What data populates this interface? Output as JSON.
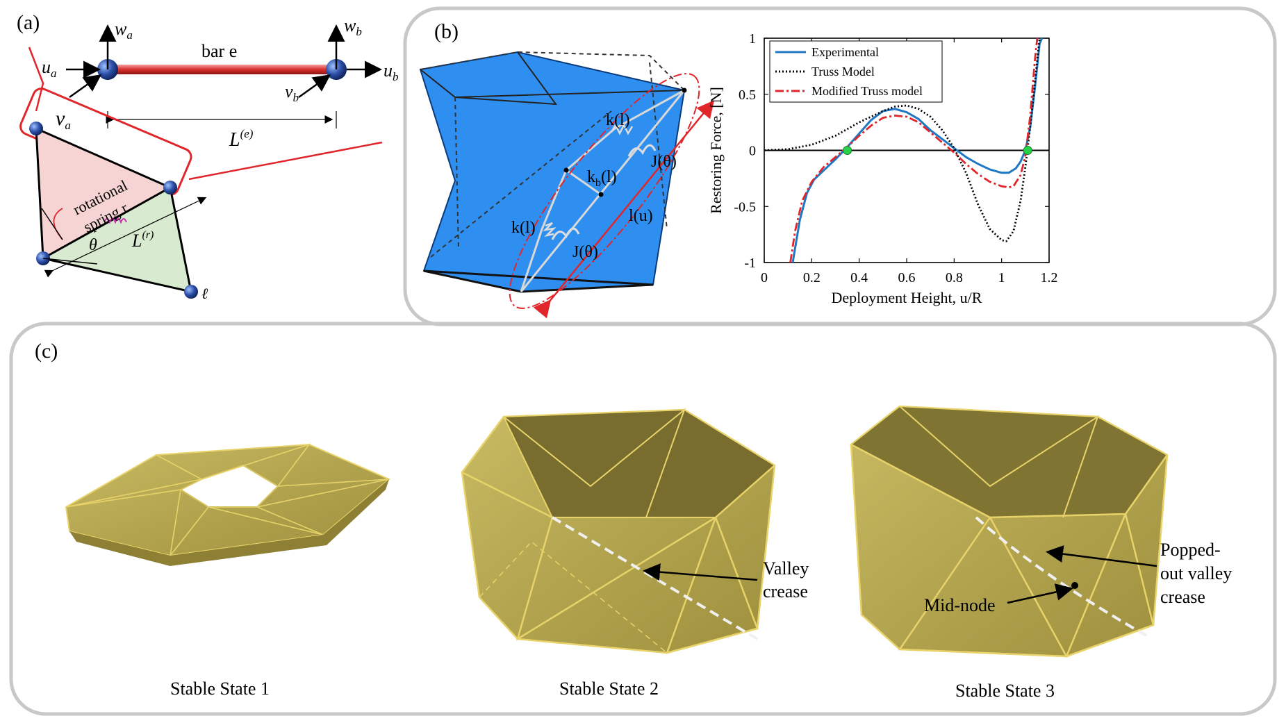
{
  "panels": {
    "a": {
      "tag": "(a)",
      "u_a": "u",
      "u_a_sub": "a",
      "w_a": "w",
      "w_a_sub": "a",
      "v_a": "v",
      "v_a_sub": "a",
      "u_b": "u",
      "u_b_sub": "b",
      "w_b": "w",
      "w_b_sub": "b",
      "v_b": "v",
      "v_b_sub": "b",
      "bar_label": "bar e",
      "length_e": "L",
      "length_e_sup": "(e)",
      "spring_label_1": "rotational",
      "spring_label_2": "spring r",
      "theta": "θ",
      "length_r": "L",
      "length_r_sup": "(r)",
      "node_l": "ℓ"
    },
    "b": {
      "tag": "(b)",
      "k_top": "k(l)",
      "kb": "k",
      "kb_sub": "b",
      "kb_tail": "(l)",
      "j_top": "J(θ)",
      "k_bottom": "k(l)",
      "j_bottom": "J(θ)",
      "l_u": "l(u)"
    },
    "c": {
      "tag": "(c)",
      "state1": "Stable State 1",
      "state2": "Stable State 2",
      "state3": "Stable State 3",
      "valley_1": "Valley",
      "valley_2": "crease",
      "mid_node": "Mid-node",
      "popped_1": "Popped-",
      "popped_2": "out valley",
      "popped_3": "crease"
    }
  },
  "chart_data": {
    "type": "line",
    "title": "",
    "xlabel": "Deployment Height, u/R",
    "ylabel": "Restoring Force, [N]",
    "xlim": [
      0,
      1.2
    ],
    "ylim": [
      -1,
      1
    ],
    "xticks": [
      "0",
      "0.2",
      "0.4",
      "0.6",
      "0.8",
      "1",
      "1.2"
    ],
    "yticks": [
      "1",
      "0.5",
      "0",
      "-0.5",
      "-1"
    ],
    "legend_position": "top-left",
    "series": [
      {
        "name": "Experimental",
        "color": "#1f77c4",
        "style": "solid",
        "x": [
          0.12,
          0.15,
          0.18,
          0.21,
          0.25,
          0.3,
          0.35,
          0.4,
          0.45,
          0.5,
          0.55,
          0.6,
          0.65,
          0.7,
          0.75,
          0.8,
          0.85,
          0.9,
          0.95,
          1.0,
          1.03,
          1.06,
          1.08,
          1.1,
          1.12,
          1.14,
          1.16,
          1.17
        ],
        "y": [
          -1.0,
          -0.62,
          -0.38,
          -0.26,
          -0.18,
          -0.08,
          0.03,
          0.15,
          0.27,
          0.35,
          0.37,
          0.34,
          0.28,
          0.18,
          0.1,
          0.02,
          -0.06,
          -0.12,
          -0.17,
          -0.2,
          -0.2,
          -0.16,
          -0.1,
          0.0,
          0.2,
          0.55,
          0.95,
          1.0
        ]
      },
      {
        "name": "Truss Model",
        "color": "#000000",
        "style": "dotted",
        "x": [
          0.0,
          0.1,
          0.2,
          0.3,
          0.4,
          0.5,
          0.55,
          0.6,
          0.65,
          0.7,
          0.75,
          0.8,
          0.85,
          0.9,
          0.95,
          1.0,
          1.02,
          1.05,
          1.08,
          1.1,
          1.12,
          1.14,
          1.16
        ],
        "y": [
          0.0,
          0.01,
          0.05,
          0.13,
          0.25,
          0.35,
          0.39,
          0.4,
          0.37,
          0.3,
          0.18,
          0.02,
          -0.2,
          -0.48,
          -0.7,
          -0.8,
          -0.81,
          -0.72,
          -0.45,
          -0.15,
          0.2,
          0.6,
          1.0
        ]
      },
      {
        "name": "Modified Truss model",
        "color": "#e0262b",
        "style": "dashdot",
        "x": [
          0.11,
          0.13,
          0.16,
          0.2,
          0.25,
          0.3,
          0.35,
          0.4,
          0.45,
          0.5,
          0.55,
          0.6,
          0.65,
          0.7,
          0.75,
          0.8,
          0.85,
          0.9,
          0.95,
          1.0,
          1.03,
          1.05,
          1.08,
          1.1,
          1.12,
          1.14,
          1.15
        ],
        "y": [
          -1.0,
          -0.72,
          -0.45,
          -0.28,
          -0.15,
          -0.06,
          0.03,
          0.13,
          0.22,
          0.29,
          0.31,
          0.3,
          0.25,
          0.16,
          0.07,
          -0.02,
          -0.12,
          -0.21,
          -0.28,
          -0.32,
          -0.33,
          -0.32,
          -0.22,
          -0.05,
          0.3,
          0.8,
          1.0
        ]
      }
    ],
    "markers": [
      {
        "x": 0.35,
        "y": 0.0,
        "color": "#29d14a"
      },
      {
        "x": 1.11,
        "y": 0.0,
        "color": "#29d14a"
      }
    ],
    "zero_line": true
  }
}
